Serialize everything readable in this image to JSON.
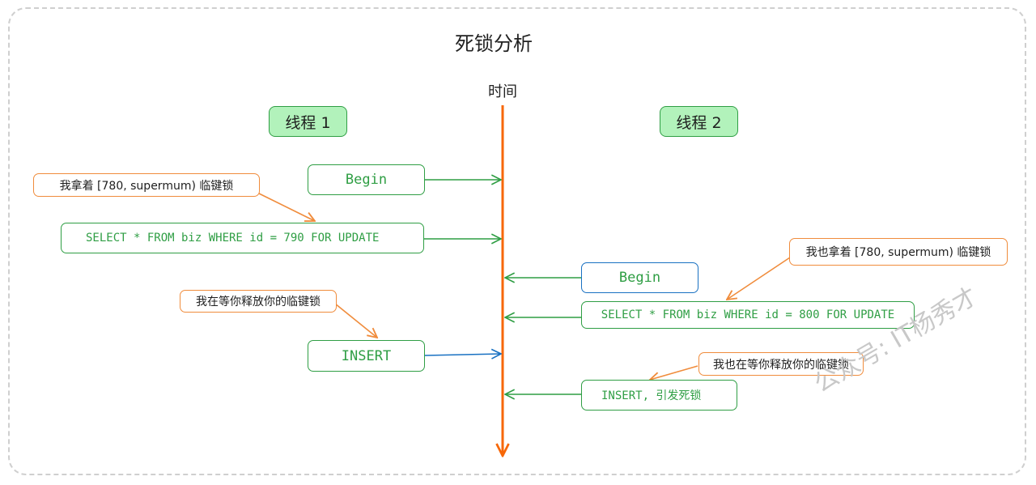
{
  "diagram": {
    "title": "死锁分析",
    "time_label": "时间",
    "thread1": {
      "label": "线程 1"
    },
    "thread2": {
      "label": "线程 2"
    },
    "steps": {
      "t1_begin": "Begin",
      "t1_select": "SELECT * FROM biz WHERE id = 790 FOR UPDATE",
      "t2_begin": "Begin",
      "t2_select": "SELECT * FROM biz WHERE id = 800 FOR UPDATE",
      "t1_insert": "INSERT",
      "t2_insert": "INSERT, 引发死锁"
    },
    "notes": {
      "t1_hold": "我拿着 [780, supermum) 临键锁",
      "t2_hold": "我也拿着 [780, supermum) 临键锁",
      "t1_wait": "我在等你释放你的临键锁",
      "t2_wait": "我也在等你释放你的临键锁"
    },
    "watermark": "公众号: IT杨秀才",
    "colors": {
      "green": "#2f9e44",
      "green_fill": "#b2f2bb",
      "blue": "#1971c2",
      "orange": "#f08c3c",
      "timeline": "#f76707"
    }
  }
}
